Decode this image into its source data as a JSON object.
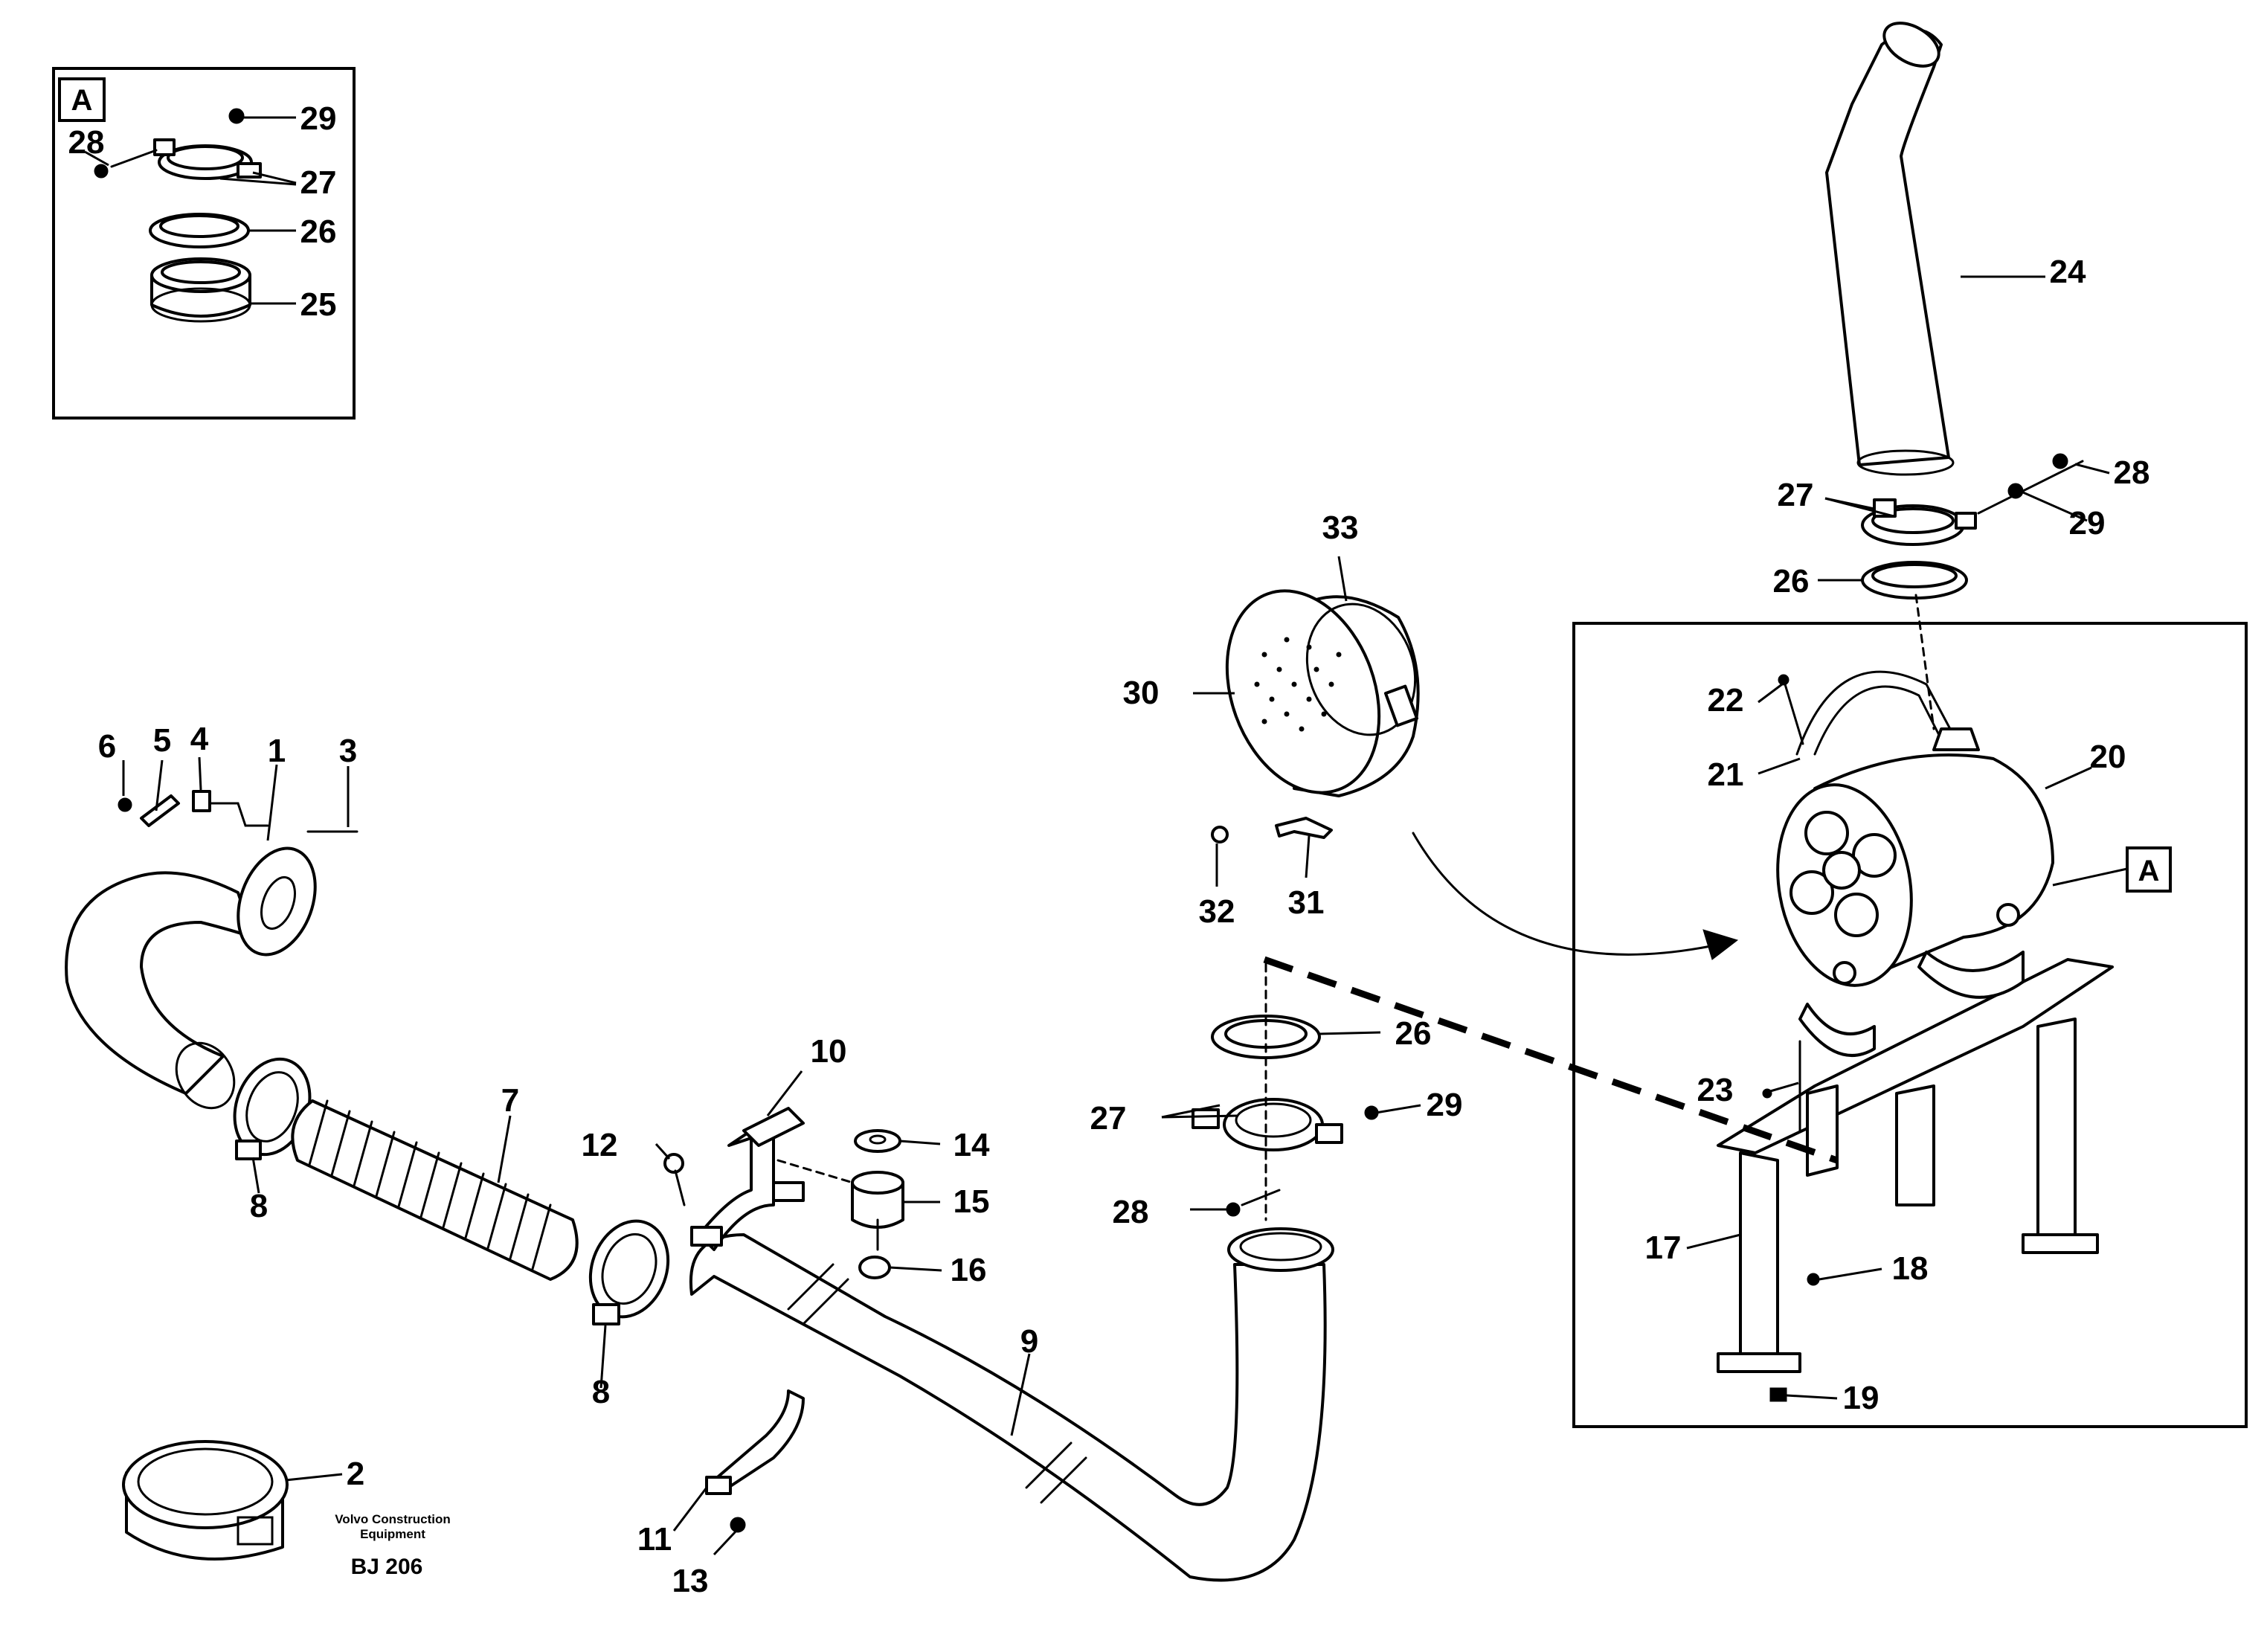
{
  "detail_label": "A",
  "callout_label": "A",
  "brand_line1": "Volvo Construction",
  "brand_line2": "Equipment",
  "drawing_ref": "BJ 206",
  "labels": [
    {
      "id": "inset-29",
      "text": "29"
    },
    {
      "id": "inset-28",
      "text": "28"
    },
    {
      "id": "inset-27",
      "text": "27"
    },
    {
      "id": "inset-26",
      "text": "26"
    },
    {
      "id": "inset-25",
      "text": "25"
    },
    {
      "id": "p24",
      "text": "24"
    },
    {
      "id": "p28-top",
      "text": "28"
    },
    {
      "id": "p27-top",
      "text": "27"
    },
    {
      "id": "p29-top",
      "text": "29"
    },
    {
      "id": "p26-top",
      "text": "26"
    },
    {
      "id": "p33",
      "text": "33"
    },
    {
      "id": "p30",
      "text": "30"
    },
    {
      "id": "p22",
      "text": "22"
    },
    {
      "id": "p21",
      "text": "21"
    },
    {
      "id": "p20",
      "text": "20"
    },
    {
      "id": "p32",
      "text": "32"
    },
    {
      "id": "p31",
      "text": "31"
    },
    {
      "id": "p6",
      "text": "6"
    },
    {
      "id": "p5",
      "text": "5"
    },
    {
      "id": "p4",
      "text": "4"
    },
    {
      "id": "p1",
      "text": "1"
    },
    {
      "id": "p3",
      "text": "3"
    },
    {
      "id": "p26-mid",
      "text": "26"
    },
    {
      "id": "p23",
      "text": "23"
    },
    {
      "id": "p10",
      "text": "10"
    },
    {
      "id": "p7",
      "text": "7"
    },
    {
      "id": "p27-mid",
      "text": "27"
    },
    {
      "id": "p29-mid",
      "text": "29"
    },
    {
      "id": "p12",
      "text": "12"
    },
    {
      "id": "p14",
      "text": "14"
    },
    {
      "id": "p15",
      "text": "15"
    },
    {
      "id": "p8-left",
      "text": "8"
    },
    {
      "id": "p28-mid",
      "text": "28"
    },
    {
      "id": "p17",
      "text": "17"
    },
    {
      "id": "p18",
      "text": "18"
    },
    {
      "id": "p16",
      "text": "16"
    },
    {
      "id": "p9",
      "text": "9"
    },
    {
      "id": "p8-right",
      "text": "8"
    },
    {
      "id": "p19",
      "text": "19"
    },
    {
      "id": "p2",
      "text": "2"
    },
    {
      "id": "p11",
      "text": "11"
    },
    {
      "id": "p13",
      "text": "13"
    }
  ]
}
